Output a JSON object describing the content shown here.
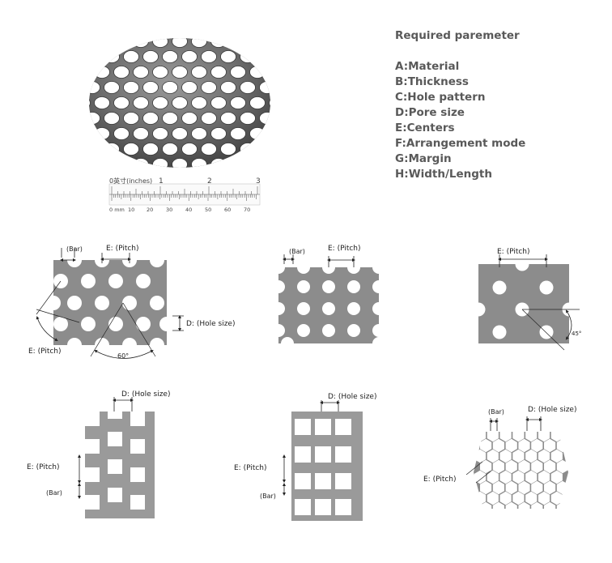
{
  "parameters": {
    "title": "Required paremeter",
    "items": [
      "A:Material",
      "B:Thickness",
      "C:Hole pattern",
      "D:Pore size",
      "E:Centers",
      "F:Arrangement mode",
      "G:Margin",
      "H:Width/Length"
    ]
  },
  "ruler": {
    "inch_label": "0英寸(inches)",
    "inch_ticks": [
      "1",
      "2",
      "3"
    ],
    "mm_first": "0 mm",
    "mm_ticks": [
      "10",
      "20",
      "30",
      "40",
      "50",
      "60",
      "70"
    ]
  },
  "labels": {
    "bar": "(Bar)",
    "pitch_top": "E: (Pitch)",
    "pitch_left": "E: (Pitch)",
    "hole_size": "D: (Hole size)",
    "angle_60": "60°",
    "angle_45": "45°"
  }
}
